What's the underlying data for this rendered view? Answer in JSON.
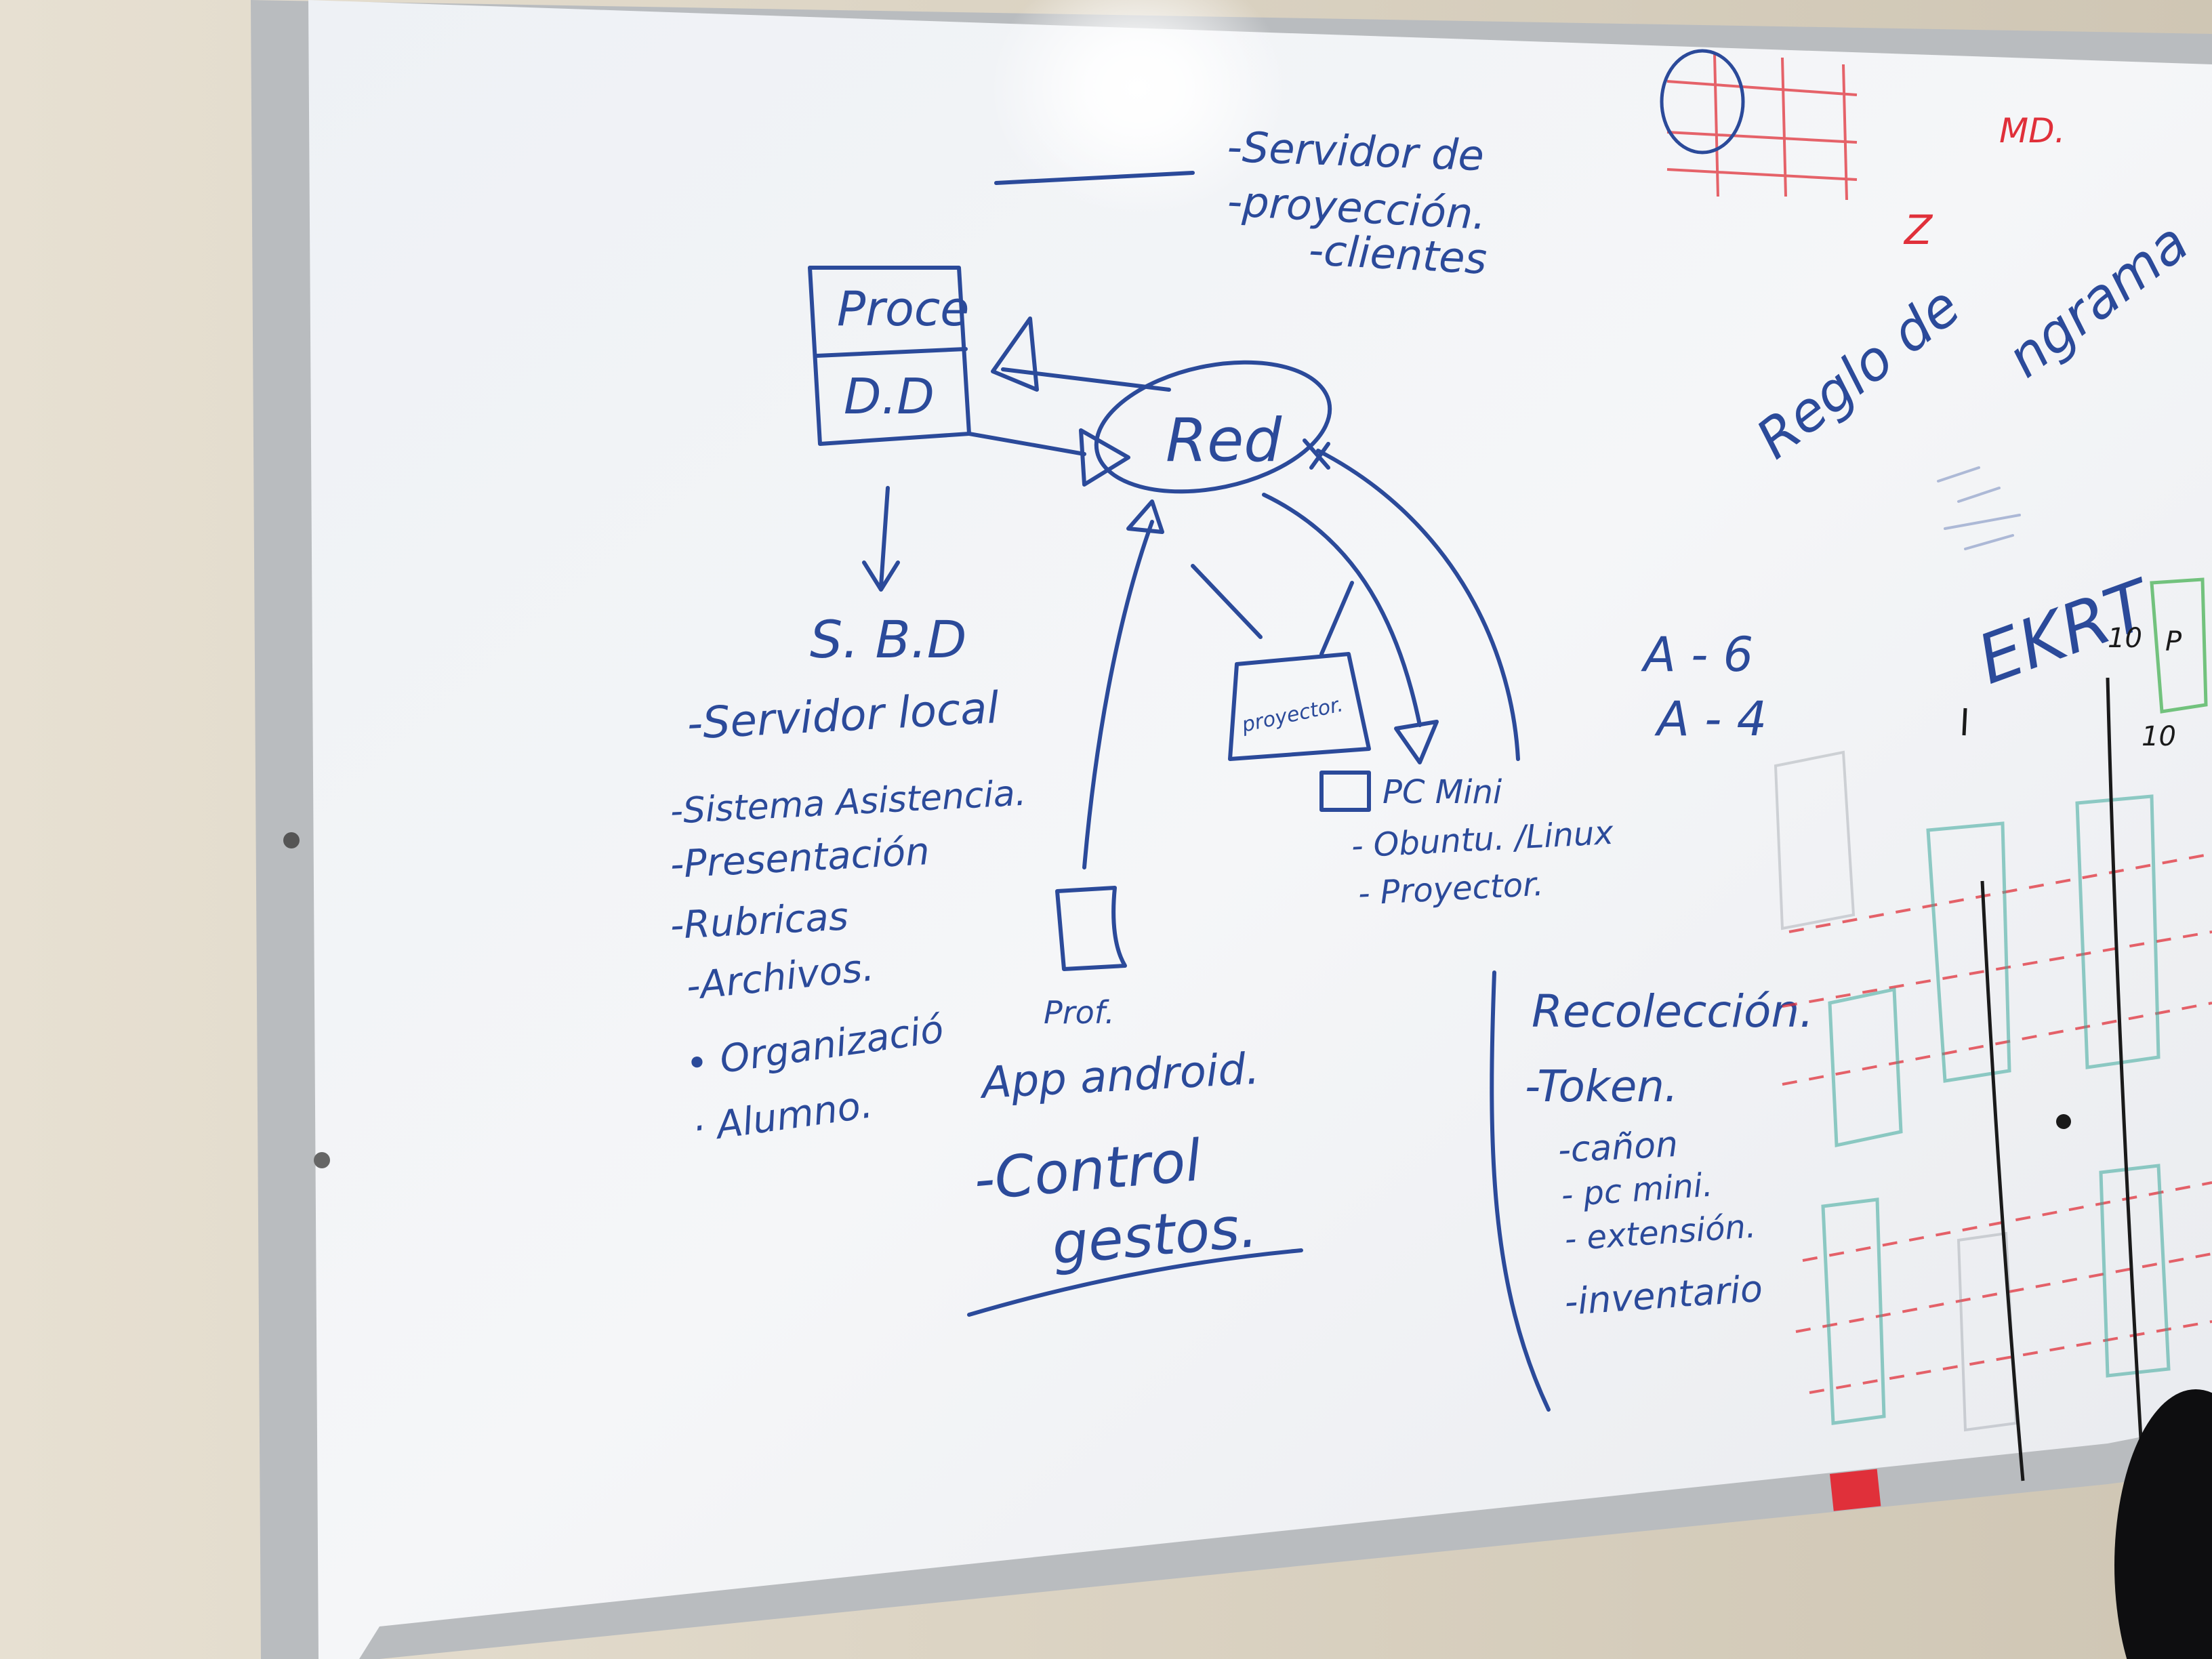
{
  "colors": {
    "marker_blue": "#2b4a9a",
    "marker_red": "#e0303a",
    "marker_teal": "#3aa89a",
    "marker_green": "#3cae4a",
    "marker_black": "#1a1a1a",
    "board": "#f3f5f8",
    "frame": "#b9bcbf"
  },
  "board": {
    "top_notes": {
      "line1": "-Servidor de",
      "line2": "-proyección.",
      "line3": "-clientes"
    },
    "box": {
      "top": "Proce",
      "bottom": "D.D"
    },
    "network_label": "Red",
    "db_title": "S. B.D",
    "db_items": [
      "-Servidor local",
      "-Sistema Asistencia.",
      "-Presentación",
      "-Rubricas",
      "-Archivos.",
      "• Organizació",
      "· Alumno."
    ],
    "projector_label": "proyector.",
    "pc_mini": {
      "title": "PC Mini",
      "items": [
        "- Obuntu. /Linux",
        "- Proyector."
      ]
    },
    "phone": {
      "label": "Prof.",
      "app": "App android.",
      "control_line1": "-Control",
      "control_line2": "gestos."
    },
    "codes": {
      "a6": "A - 6",
      "a4": "A - 4"
    },
    "recoleccion": {
      "title": "Recolección.",
      "token": "-Token.",
      "items": [
        "-cañon",
        "- pc mini.",
        "- extensión.",
        "-inventario"
      ]
    },
    "right_side": {
      "md": "MD.",
      "z": "Z",
      "reglo": "Reglo de",
      "ngrama": "ngrama",
      "ekrt": "EKRT",
      "num_10a": "10",
      "num_10b": "10",
      "letter_p": "P"
    }
  }
}
